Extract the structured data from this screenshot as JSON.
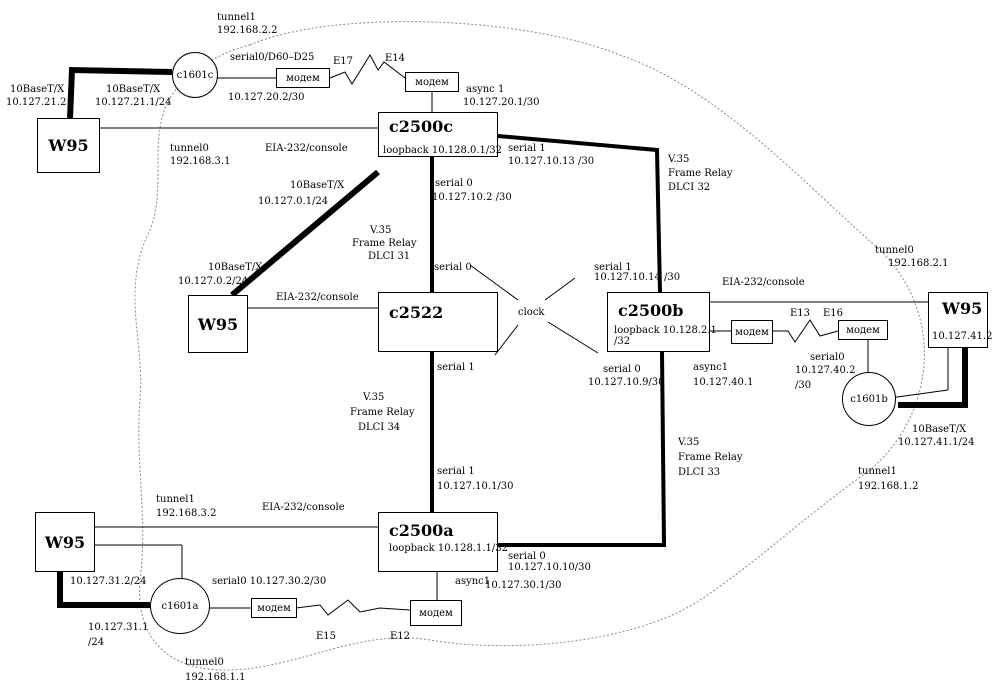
{
  "devices": {
    "c2500c": {
      "name": "c2500c",
      "loopback": "loopback 10.128.0.1/32"
    },
    "c2522": {
      "name": "c2522"
    },
    "c2500b": {
      "name": "c2500b",
      "loopback1": "loopback 10.128.2.1",
      "loopback2": "/32"
    },
    "c2500a": {
      "name": "c2500a",
      "loopback": "loopback 10.128.1.1/32"
    },
    "w95_top": {
      "name": "W95"
    },
    "w95_mid": {
      "name": "W95"
    },
    "w95_right": {
      "name": "W95",
      "ip": "10.127.41.2"
    },
    "w95_bottom": {
      "name": "W95"
    },
    "c1601c": {
      "name": "c1601c"
    },
    "c1601b": {
      "name": "c1601b"
    },
    "c1601a": {
      "name": "c1601a"
    },
    "modem": "модем"
  },
  "labels": {
    "tunnel1_top": "tunnel1",
    "tunnel1_top_ip": "192.168.2.2",
    "serial0_d60": "serial0/D60–D25",
    "e17": "E17",
    "e14": "E14",
    "tbx_top_1": "10BaseT/X",
    "tbx_top_1_ip": "10.127.21.2",
    "tbx_top_2": "10BaseT/X",
    "tbx_top_2_ip": "10.127.21.1/24",
    "c1601c_s0_ip": "10.127.20.2/30",
    "async1_top": "async 1",
    "async1_top_ip": "10.127.20.1/30",
    "tunnel0_top": "tunnel0",
    "tunnel0_top_ip": "192.168.3.1",
    "eia_top": "EIA-232/console",
    "serial1_c": "serial 1",
    "serial1_c_ip": "10.127.10.13 /30",
    "v35_cb": "V.35",
    "fr_cb": "Frame Relay",
    "dlci_cb": "DLCI 32",
    "tbx_mid": "10BaseT/X",
    "tbx_mid_ip": "10.127.0.1/24",
    "serial0_c": "serial 0",
    "serial0_c_ip": "10.127.10.2 /30",
    "v35_c2522": "V.35",
    "fr_c2522": "Frame Relay",
    "dlci_c2522": "DLCI 31",
    "serial0_2522": "serial 0",
    "serial1_b": "serial 1",
    "serial1_b_ip": "10.127.10.14 /30",
    "eia_right": "EIA-232/console",
    "tunnel0_right": "tunnel0",
    "tunnel0_right_ip": "192.168.2.1",
    "tbx_w95mid": "10BaseT/X",
    "tbx_w95mid_ip": "10.127.0.2/24",
    "eia_mid": "EIA-232/console",
    "clock": "clock",
    "e13": "E13",
    "e16": "E16",
    "serial0_b": "serial 0",
    "serial0_b_ip": "10.127.10.9/30",
    "async1_b": "async1",
    "async1_b_ip": "10.127.40.1",
    "serial0_1601b": "serial0",
    "serial0_1601b_ip": "10.127.40.2",
    "serial0_1601b_ip2": "/30",
    "serial1_2522": "serial 1",
    "v35_2522a": "V.35",
    "fr_2522a": "Frame Relay",
    "dlci_2522a": "DLCI 34",
    "v35_ba": "V.35",
    "fr_ba": "Frame Relay",
    "dlci_ba": "DLCI 33",
    "tbx_right": "10BaseT/X",
    "tbx_right_ip": "10.127.41.1/24",
    "tunnel1_right": "tunnel1",
    "tunnel1_right_ip": "192.168.1.2",
    "serial1_a": "serial 1",
    "serial1_a_ip": "10.127.10.1/30",
    "tunnel1_bottom": "tunnel1",
    "tunnel1_bottom_ip": "192.168.3.2",
    "eia_bottom": "EIA-232/console",
    "serial0_a": "serial 0",
    "serial0_a_ip": "10.127.10.10/30",
    "async1_a": "async1",
    "async1_a_ip": "10.127.30.1/30",
    "w95b_ip": "10.127.31.2/24",
    "serial0_1601a": "serial0 10.127.30.2/30",
    "c1601a_ip1": "10.127.31.1",
    "c1601a_ip2": "/24",
    "e15": "E15",
    "e12": "E12",
    "tunnel0_bottom": "tunnel0",
    "tunnel0_bottom_ip": "192.168.1.1"
  }
}
